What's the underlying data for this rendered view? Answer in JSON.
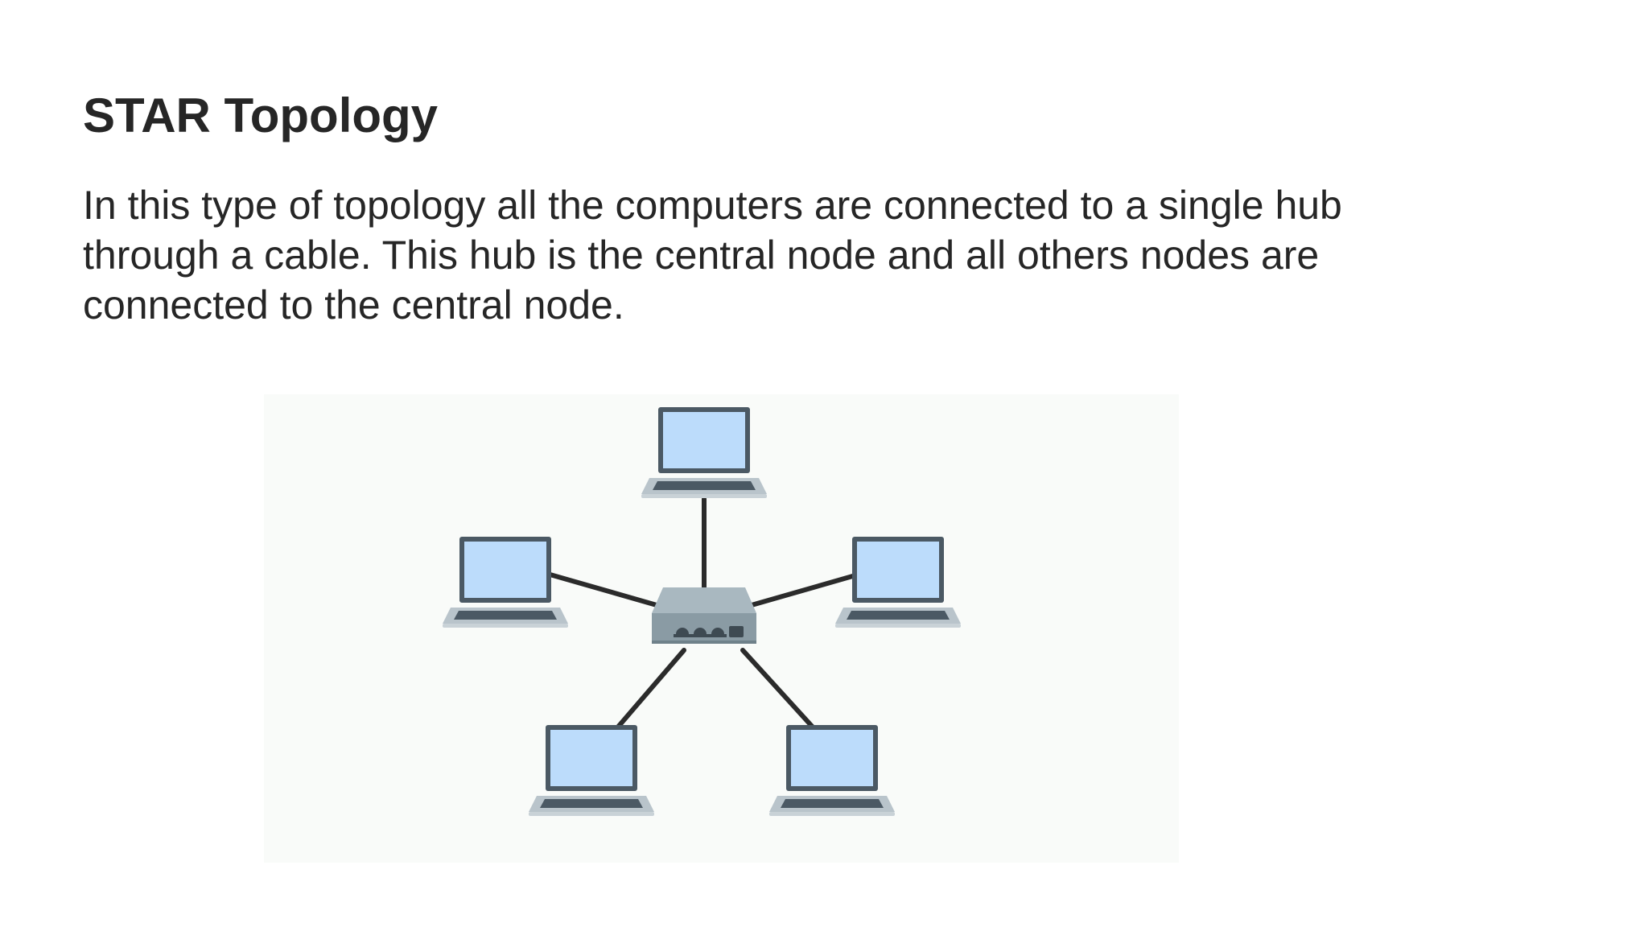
{
  "slide": {
    "title": "STAR Topology",
    "body": "In this type of topology all the computers are connected to a single hub through a cable. This hub is the central node and all others nodes are connected to the central node."
  },
  "diagram": {
    "hub_icon": "network-hub-icon",
    "node_icon": "laptop-icon",
    "nodes": [
      "top",
      "left",
      "right",
      "bottom-left",
      "bottom-right"
    ],
    "colors": {
      "background": "#f9fbf9",
      "cable": "#2b2b2b",
      "screen": "#bcdcfb",
      "laptop_frame": "#4b5964",
      "laptop_base": "#b9c4cb",
      "hub_top": "#a9b8c0",
      "hub_front": "#8a9ba4",
      "hub_ports": "#3e4a52"
    }
  }
}
